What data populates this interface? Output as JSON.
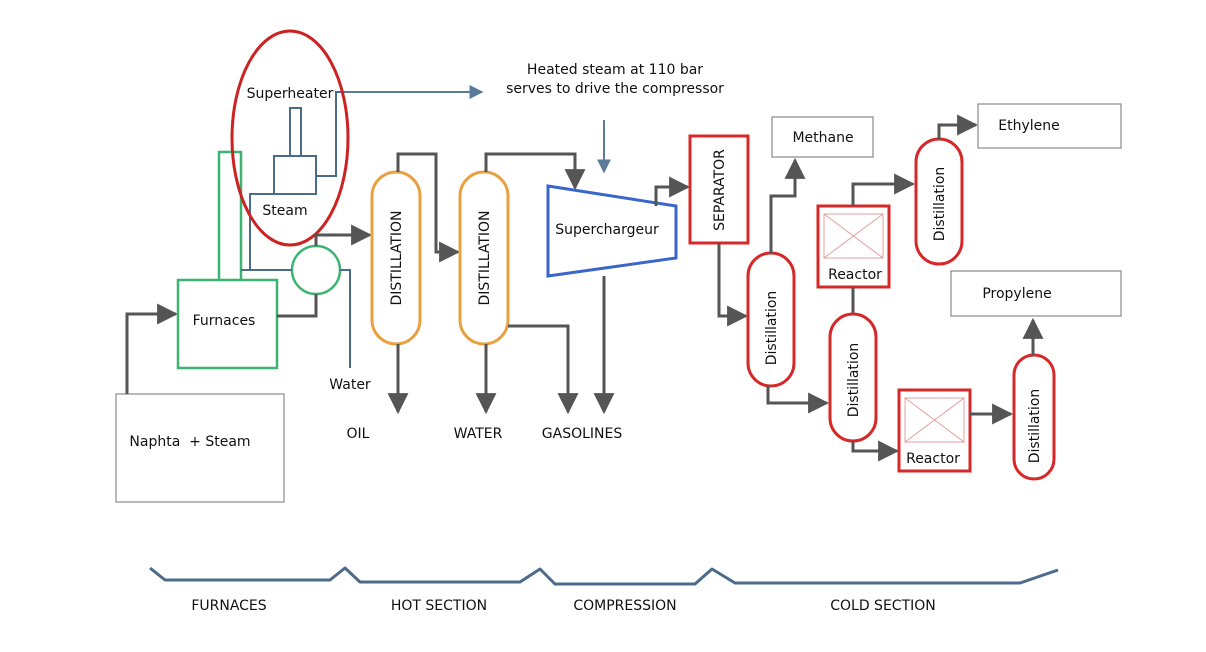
{
  "annotation": {
    "line1": "Heated steam at 110 bar",
    "line2": "serves to drive the compressor"
  },
  "units": {
    "superheater": "Superheater",
    "steam": "Steam",
    "water": "Water",
    "furnaces": "Furnaces",
    "feed": "Naphta  + Steam",
    "distillation_hot": "DISTILLATION",
    "compressor": "Superchargeur",
    "separator": "SEPARATOR",
    "distillation_cold": "Distillation",
    "reactor": "Reactor"
  },
  "outputs": {
    "oil": "OIL",
    "water": "WATER",
    "gasolines": "GASOLINES",
    "methane": "Methane",
    "ethylene": "Ethylene",
    "propylene": "Propylene"
  },
  "sections": [
    "FURNACES",
    "HOT SECTION",
    "COMPRESSION",
    "COLD SECTION"
  ],
  "colors": {
    "pipe": "#555555",
    "steam_line": "#5a7a9a",
    "furnace": "#3cb371",
    "hot_column": "#e8a040",
    "compressor": "#3a66cc",
    "cold_unit": "#d62828",
    "highlight": "#cc2222",
    "section_line": "#4a6b8a"
  }
}
